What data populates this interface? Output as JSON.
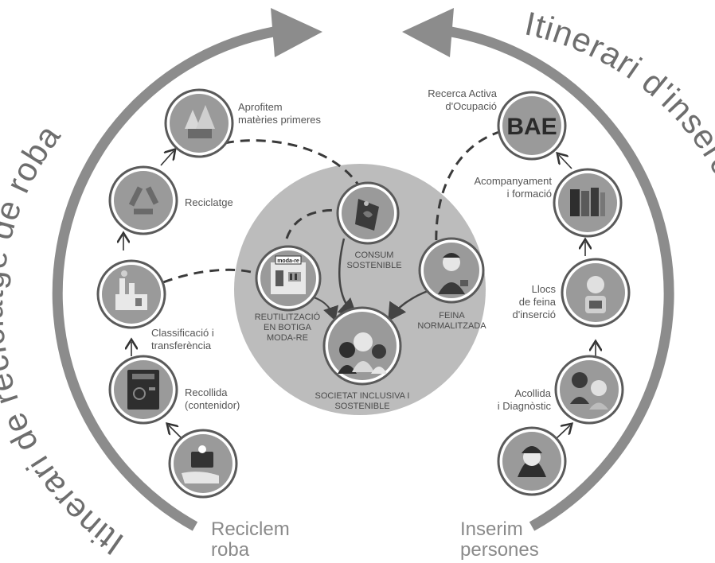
{
  "left_cycle": {
    "title": "Itinerari de reciclatge de roba",
    "start_label": "Reciclem\nroba",
    "steps": [
      {
        "label": "Recollida\n(contenidor)",
        "icon": "container-icon"
      },
      {
        "label": "Classificació i\ntransferència",
        "icon": "factory-icon"
      },
      {
        "label": "Reciclatge",
        "icon": "recycle-icon"
      },
      {
        "label": "Aprofitem\nmatèries primeres",
        "icon": "raw-materials-icon"
      }
    ],
    "start_icon": "clothes-hand-icon"
  },
  "right_cycle": {
    "title": "Itinerari d'inserció sociolaboral",
    "start_label": "Inserim\npersones",
    "steps": [
      {
        "label": "Acollida\ni Diagnòstic",
        "icon": "welcome-people-icon"
      },
      {
        "label": "Llocs\nde feina\nd'inserció",
        "icon": "worker-icon"
      },
      {
        "label": "Acompanyament\ni formació",
        "icon": "books-icon"
      },
      {
        "label": "Recerca Activa\nd'Ocupació",
        "icon": "bae-icon"
      }
    ],
    "bae_text": "BAE",
    "start_icon": "person-icon"
  },
  "center": {
    "shop_label": "REUTILITZACIÓ\nEN BOTIGA\nMODA-RE",
    "shop_sign": "moda-re",
    "consum_label": "CONSUM\nSOSTENIBLE",
    "feina_label": "FEINA\nNORMALITZADA",
    "society_label": "SOCIETAT INCLUSIVA I\nSOSTENIBLE"
  },
  "colors": {
    "arc": "#8c8c8c",
    "center_disc": "#bcbcbc",
    "node_outer": "#ffffff",
    "node_ring": "#5a5a5a",
    "node_fill": "#9a9a9a",
    "dashed_line": "#3a3a3a",
    "text": "#555555"
  }
}
